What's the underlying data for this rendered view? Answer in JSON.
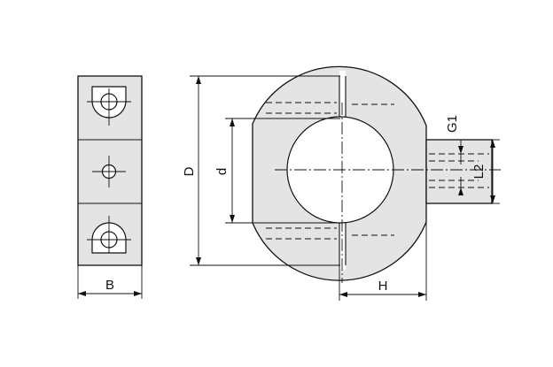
{
  "dimensions": {
    "B": "B",
    "D": "D",
    "d": "d",
    "H": "H",
    "G1": "G1",
    "L2": "L2"
  }
}
